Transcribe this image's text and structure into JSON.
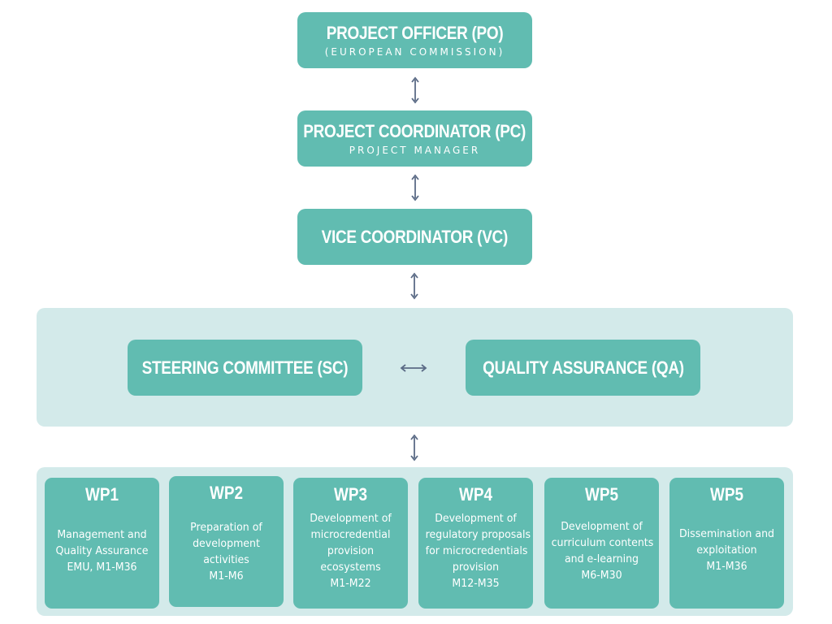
{
  "po": {
    "title": "PROJECT OFFICER (PO)",
    "subtitle": "(EUROPEAN COMMISSION)"
  },
  "pc": {
    "title": "PROJECT COORDINATOR (PC)",
    "subtitle": "PROJECT MANAGER"
  },
  "vc": {
    "title": "VICE COORDINATOR (VC)"
  },
  "sc": {
    "title": "STEERING COMMITTEE (SC)"
  },
  "qa": {
    "title": "QUALITY ASSURANCE (QA)"
  },
  "work_packages": [
    {
      "title": "WP1",
      "lines": [
        "Management and",
        "Quality Assurance",
        "EMU, M1-M36"
      ]
    },
    {
      "title": "WP2",
      "lines": [
        "Preparation of",
        "development",
        "activities",
        "M1-M6"
      ]
    },
    {
      "title": "WP3",
      "lines": [
        "Development of",
        "microcredential",
        "provision",
        "ecosystems",
        "M1-M22"
      ]
    },
    {
      "title": "WP4",
      "lines": [
        "Development of",
        "regulatory proposals",
        "for microcredentials",
        "provision",
        "M12-M35"
      ]
    },
    {
      "title": "WP5",
      "lines": [
        "Development of",
        "curriculum contents",
        "and e-learning",
        "M6-M30"
      ]
    },
    {
      "title": "WP5",
      "lines": [
        "Dissemination and",
        "exploitation",
        "M1-M36"
      ]
    }
  ],
  "colors": {
    "box": "#61bcb1",
    "panel": "#d3eaea",
    "arrow": "#5b6b86",
    "text": "#ffffff"
  }
}
